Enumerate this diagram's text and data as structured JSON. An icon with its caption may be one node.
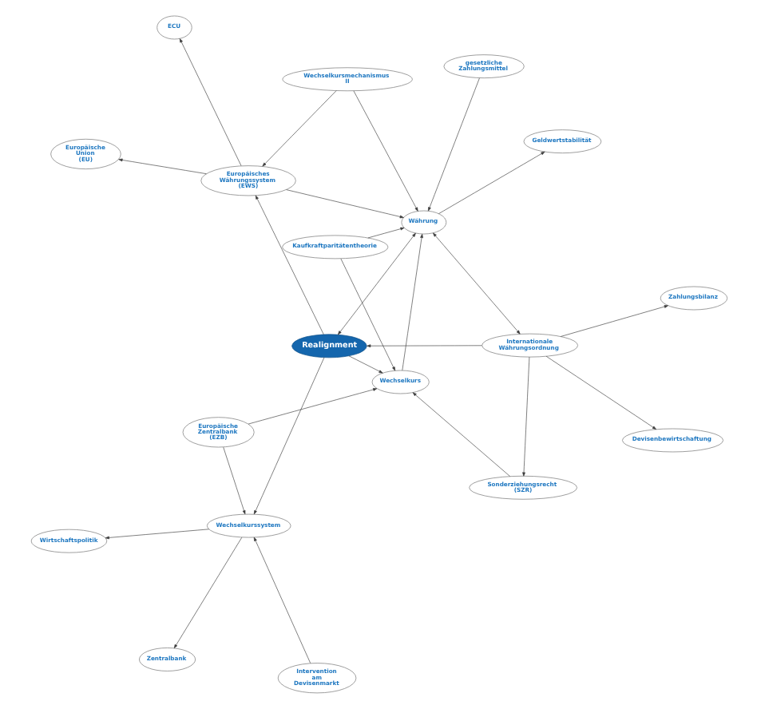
{
  "diagram": {
    "nodes": [
      {
        "text": [
          "Zahlungsbilanz"
        ]
      },
      {
        "text": [
          "Sonderziehungsrecht (SZR)"
        ]
      },
      {
        "text": [
          "Devisenbewirtschaftung"
        ]
      },
      {
        "text": [
          "Internationale Währungsordnung"
        ]
      },
      {
        "text": [
          "Europäische Zentralbank (EZB)"
        ]
      },
      {
        "text": [
          "Wirtschaftspolitik"
        ]
      },
      {
        "text": [
          "Wechselkurs"
        ]
      },
      {
        "text": [
          "Kaufkraftparitätentheorie"
        ]
      },
      {
        "text": [
          "Wechselkurssystem"
        ]
      },
      {
        "text": [
          "Intervention am Devisenmarkt"
        ]
      },
      {
        "text": [
          "Realignment"
        ]
      },
      {
        "text": [
          "Währung"
        ]
      },
      {
        "text": [
          "Geldwertstabilität"
        ]
      },
      {
        "text": [
          "gesetzliche Zahlungsmittel"
        ]
      },
      {
        "text": [
          "Zentralbank"
        ]
      },
      {
        "text": [
          "Europäisches Währungssystem (EWS)"
        ]
      },
      {
        "text": [
          "Wechselkursmechanismus II"
        ]
      },
      {
        "text": [
          "Europäische Union (EU)"
        ]
      },
      {
        "text": [
          "ECU"
        ]
      }
    ],
    "edges": [
      {
        "from": 3,
        "to": 0,
        "arrow": "to"
      },
      {
        "from": 3,
        "to": 1,
        "arrow": "to"
      },
      {
        "from": 3,
        "to": 2,
        "arrow": "to"
      },
      {
        "from": 1,
        "to": 6,
        "arrow": "to"
      },
      {
        "from": 4,
        "to": 6,
        "arrow": "to"
      },
      {
        "from": 4,
        "to": 8,
        "arrow": "to"
      },
      {
        "from": 8,
        "to": 5,
        "arrow": "to"
      },
      {
        "from": 9,
        "to": 8,
        "arrow": "to"
      },
      {
        "from": 10,
        "to": 8,
        "arrow": "to"
      },
      {
        "from": 8,
        "to": 14,
        "arrow": "to"
      },
      {
        "from": 3,
        "to": 10,
        "arrow": "to"
      },
      {
        "from": 10,
        "to": 6,
        "arrow": "to"
      },
      {
        "from": 6,
        "to": 11,
        "arrow": "to"
      },
      {
        "from": 7,
        "to": 6,
        "arrow": "to"
      },
      {
        "from": 7,
        "to": 11,
        "arrow": "to"
      },
      {
        "from": 11,
        "to": 3,
        "arrow": "both"
      },
      {
        "from": 10,
        "to": 11,
        "arrow": "both"
      },
      {
        "from": 11,
        "to": 12,
        "arrow": "to"
      },
      {
        "from": 13,
        "to": 11,
        "arrow": "to"
      },
      {
        "from": 10,
        "to": 15,
        "arrow": "to"
      },
      {
        "from": 15,
        "to": 11,
        "arrow": "to"
      },
      {
        "from": 16,
        "to": 11,
        "arrow": "to"
      },
      {
        "from": 16,
        "to": 15,
        "arrow": "to"
      },
      {
        "from": 15,
        "to": 17,
        "arrow": "to"
      },
      {
        "from": 15,
        "to": 18,
        "arrow": "to"
      }
    ]
  }
}
